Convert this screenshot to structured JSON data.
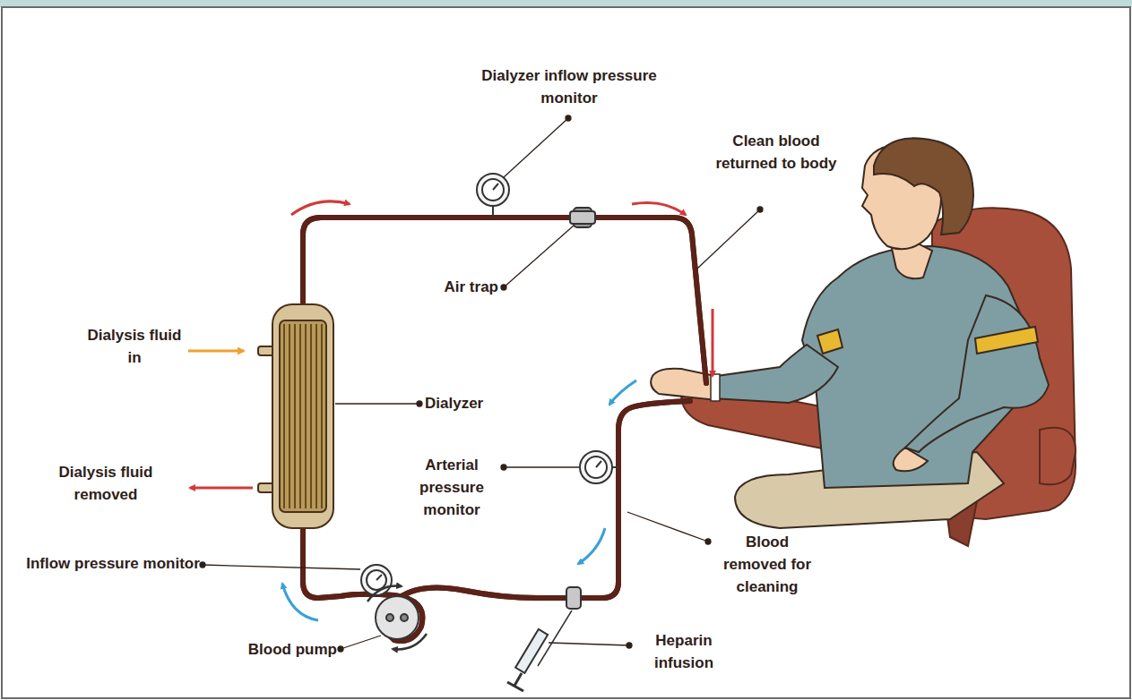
{
  "diagram": {
    "labels": [
      "Dialyzer inflow pressure monitor",
      "Clean blood returned to body",
      "Air trap",
      "Dialysis fluid in",
      "Dialyzer",
      "Dialysis fluid removed",
      "Arterial pressure monitor",
      "Inflow pressure monitor",
      "Blood removed for cleaning",
      "Blood pump",
      "Heparin infusion"
    ]
  }
}
